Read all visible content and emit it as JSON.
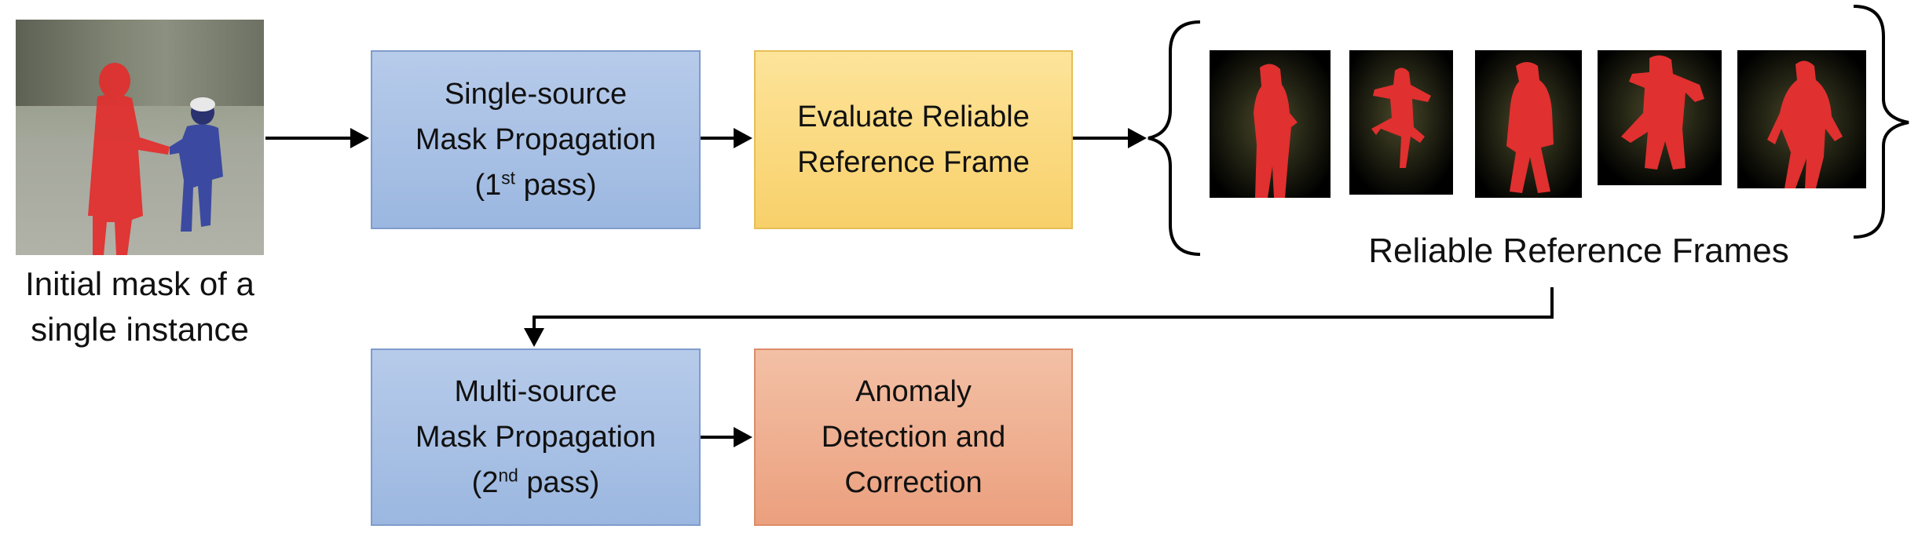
{
  "initial": {
    "caption_line1": "Initial mask of a",
    "caption_line2": "single instance"
  },
  "boxes": {
    "single_source": {
      "line1": "Single-source",
      "line2": "Mask Propagation",
      "line3_pre": "(1",
      "line3_sup": "st",
      "line3_post": " pass)"
    },
    "evaluate": {
      "line1": "Evaluate Reliable",
      "line2": "Reference Frame"
    },
    "multi_source": {
      "line1": "Multi-source",
      "line2": "Mask Propagation",
      "line3_pre": "(2",
      "line3_sup": "nd",
      "line3_post": " pass)"
    },
    "anomaly": {
      "line1": "Anomaly",
      "line2": "Detection and",
      "line3": "Correction"
    }
  },
  "reliable_frames": {
    "caption": "Reliable Reference Frames"
  },
  "colors": {
    "blue": "#9bb7e0",
    "yellow": "#f8d06a",
    "orange": "#eba07e",
    "mask": "#e0302f"
  }
}
